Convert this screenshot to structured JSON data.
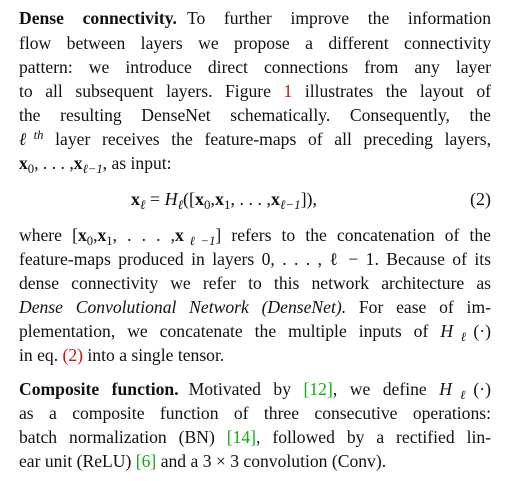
{
  "section1": {
    "heading": "Dense connectivity.",
    "l1_rest": "To further improve the information",
    "l2": "flow between layers we propose a different connectivity",
    "l3": "pattern: we introduce direct connections from any layer",
    "l4_a": "to all subsequent layers. Figure",
    "l4_ref": "1",
    "l4_b": "illustrates the layout of",
    "l5": "the resulting DenseNet schematically. Consequently, the",
    "l6_sym": "ℓ",
    "l6_sup": "th",
    "l6_rest": "layer receives the feature-maps of all preceding layers,",
    "l7_x": "x",
    "l7_sub0": "0",
    "l7_mid": ", . . . ,",
    "l7_sub1": "ℓ−1",
    "l7_rest": ", as input:"
  },
  "equation": {
    "lhs": "x",
    "lhs_sub": "ℓ",
    "eq": "=",
    "H": "H",
    "H_sub": "ℓ",
    "open": "([",
    "x0": "x",
    "x0_sub": "0",
    "comma1": ",",
    "x1": "x",
    "x1_sub": "1",
    "dots": ", . . . ,",
    "xl": "x",
    "xl_sub": "ℓ−1",
    "close": "]),",
    "number": "(2)"
  },
  "section2": {
    "l1_a": "where [",
    "l1_x": "x",
    "l1_sub0": "0",
    "l1_comma": ",",
    "l1_sub1": "1",
    "l1_dots": ", . . . ,",
    "l1_subl": "ℓ−1",
    "l1_b": "] refers to the concatenation of the",
    "l2": "feature-maps produced in layers 0, . . . , ℓ − 1. Because of its",
    "l3": "dense connectivity we refer to this network architecture as",
    "l4_italic": "Dense Convolutional Network (DenseNet).",
    "l4_rest": "For ease of im-",
    "l5_a": "plementation, we concatenate the multiple inputs of",
    "l5_H": "H",
    "l5_sub": "ℓ",
    "l5_b": "(·)",
    "l6_a": "in eq.",
    "l6_ref": "(2)",
    "l6_b": "into a single tensor."
  },
  "section3": {
    "heading": "Composite function.",
    "l1_a": "Motivated by",
    "l1_cite": "[12]",
    "l1_b": ", we define",
    "l1_H": "H",
    "l1_sub": "ℓ",
    "l1_c": "(·)",
    "l2": "as a composite function of three consecutive operations:",
    "l3_a": "batch normalization (BN)",
    "l3_cite": "[14]",
    "l3_b": ", followed by a rectified lin-",
    "l4_a": "ear unit (ReLU)",
    "l4_cite": "[6]",
    "l4_b": "and a 3 × 3 convolution (Conv)."
  },
  "colors": {
    "citation": "#11aa11",
    "reference": "#cc1111",
    "text": "#111111"
  }
}
